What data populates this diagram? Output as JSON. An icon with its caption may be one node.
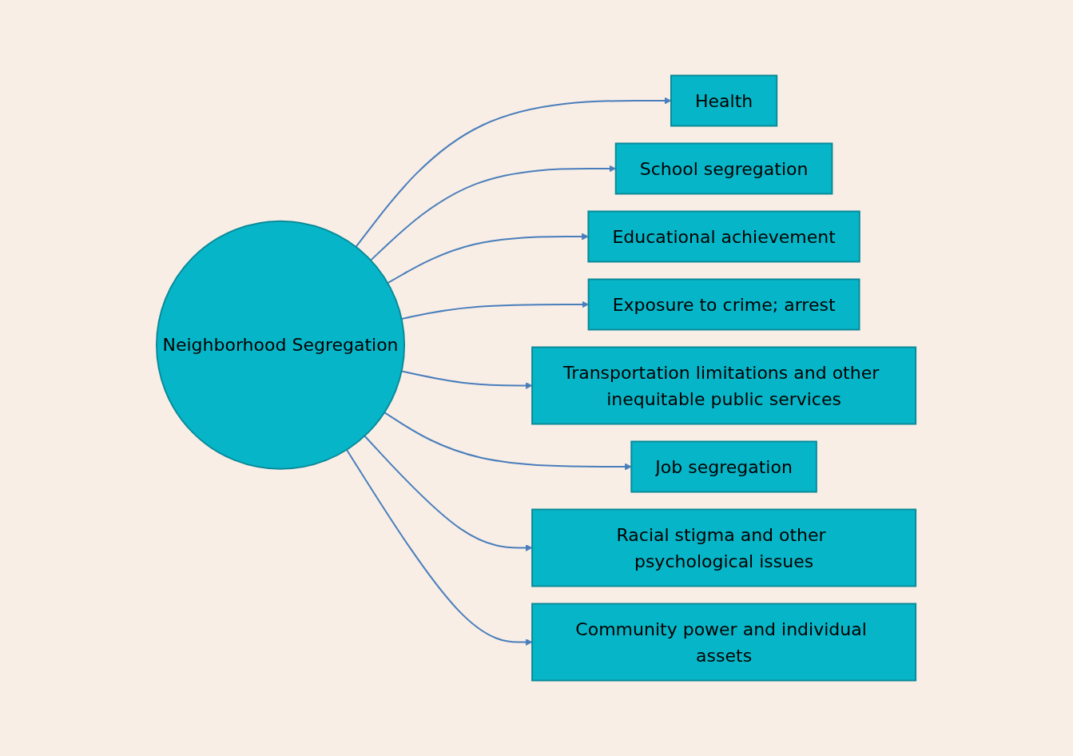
{
  "diagram": {
    "nodes": [
      {
        "text": [
          "Neighborhood Segregation"
        ]
      },
      {
        "text": [
          "Health"
        ]
      },
      {
        "text": [
          "School segregation"
        ]
      },
      {
        "text": [
          "Educational achievement"
        ]
      },
      {
        "text": [
          "Exposure to crime; arrest"
        ]
      },
      {
        "text": [
          "Transportation limitations and other inequitable public services"
        ]
      },
      {
        "text": [
          "Job segregation"
        ]
      },
      {
        "text": [
          "Racial stigma and other psychological issues"
        ]
      },
      {
        "text": [
          "Community power and individual assets"
        ]
      }
    ],
    "edges": [
      {
        "from": 0,
        "to": 1,
        "arrow": "to"
      },
      {
        "from": 0,
        "to": 2,
        "arrow": "to"
      },
      {
        "from": 0,
        "to": 3,
        "arrow": "to"
      },
      {
        "from": 0,
        "to": 4,
        "arrow": "to"
      },
      {
        "from": 0,
        "to": 5,
        "arrow": "to"
      },
      {
        "from": 0,
        "to": 6,
        "arrow": "to"
      },
      {
        "from": 0,
        "to": 7,
        "arrow": "to"
      },
      {
        "from": 0,
        "to": 8,
        "arrow": "to"
      }
    ]
  }
}
